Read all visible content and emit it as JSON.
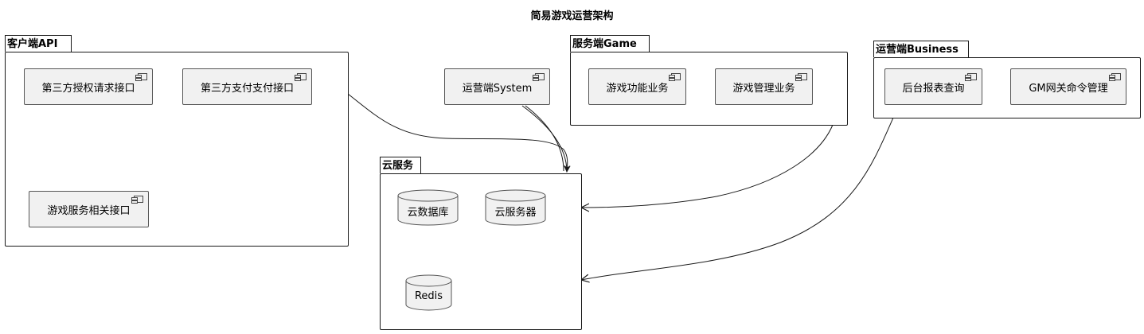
{
  "title": "简易游戏运营架构",
  "packages": {
    "client": {
      "name": "客户端API",
      "components": [
        "第三方授权请求接口",
        "第三方支付支付接口",
        "游戏服务相关接口"
      ]
    },
    "ops_system": {
      "name": "运营端System"
    },
    "game": {
      "name": "服务端Game",
      "components": [
        "游戏功能业务",
        "游戏管理业务"
      ]
    },
    "business": {
      "name": "运营端Business",
      "components": [
        "后台报表查询",
        "GM网关命令管理"
      ]
    },
    "cloud": {
      "name": "云服务",
      "databases": [
        "云数据库",
        "云服务器",
        "Redis"
      ]
    }
  },
  "colors": {
    "component_fill": "#f1f1f1",
    "stroke": "#181818"
  },
  "connections": [
    {
      "from": "客户端API",
      "to": "云服务",
      "arrow": "filled"
    },
    {
      "from": "运营端System",
      "to": "云服务",
      "arrow": "filled"
    },
    {
      "from": "服务端Game",
      "to": "云服务",
      "arrow": "open"
    },
    {
      "from": "运营端Business",
      "to": "云服务",
      "arrow": "open-wide"
    }
  ]
}
